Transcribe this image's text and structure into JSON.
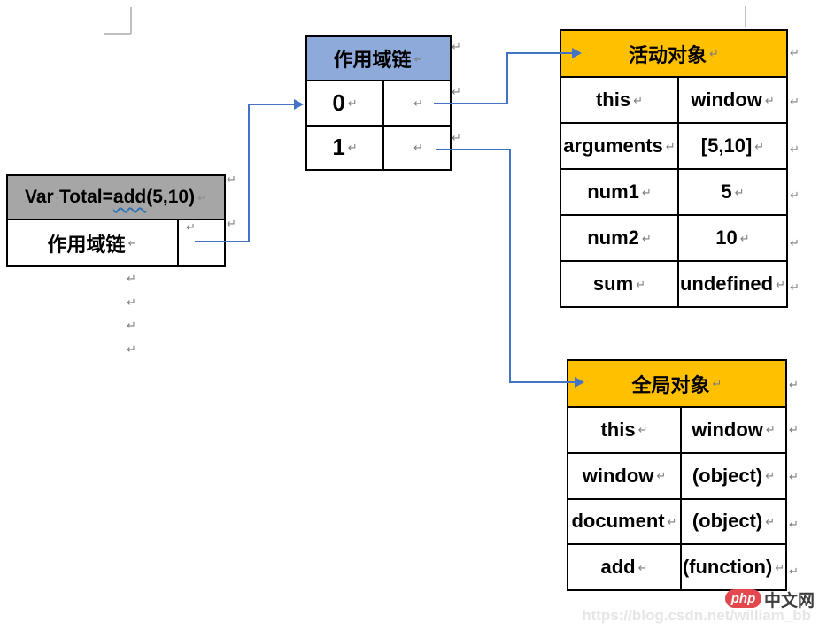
{
  "page": {
    "marks": {
      "return": "↵"
    }
  },
  "colors": {
    "arrow": "#4472C4",
    "margin_mark": "#ABABAB"
  },
  "tables": {
    "var_total": {
      "header_word1": "Var",
      "header_space_mark": "·",
      "header_word2": "Total=",
      "header_misspelled": "add",
      "header_suffix": "(5,10)",
      "cell_label": "作用域链",
      "colors": {
        "header_bg": "#A6A6A6",
        "squiggle": "#2E74B5"
      }
    },
    "scope_chain": {
      "title": "作用域链",
      "rows": [
        {
          "index": "0"
        },
        {
          "index": "1"
        }
      ],
      "colors": {
        "header_bg": "#8EAADB"
      }
    },
    "active_object": {
      "title": "活动对象",
      "rows": [
        {
          "key": "this",
          "value": "window"
        },
        {
          "key": "arguments",
          "value": "[5,10]"
        },
        {
          "key": "num1",
          "value": "5"
        },
        {
          "key": "num2",
          "value": "10"
        },
        {
          "key": "sum",
          "value": "undefined"
        }
      ],
      "colors": {
        "header_bg": "#FFC000"
      }
    },
    "global_object": {
      "title": "全局对象",
      "rows": [
        {
          "key": "this",
          "value": "window"
        },
        {
          "key": "window",
          "value": "(object)"
        },
        {
          "key": "document",
          "value": "(object)"
        },
        {
          "key": "add",
          "value": "(function)"
        }
      ],
      "colors": {
        "header_bg": "#FFC000"
      }
    }
  },
  "watermark": {
    "logo_text": "php",
    "site_text": "中文网",
    "url": "https://blog.csdn.net/william_bb",
    "colors": {
      "logo_bg": "#E3484F",
      "url_text": "#E8E5E5"
    }
  }
}
